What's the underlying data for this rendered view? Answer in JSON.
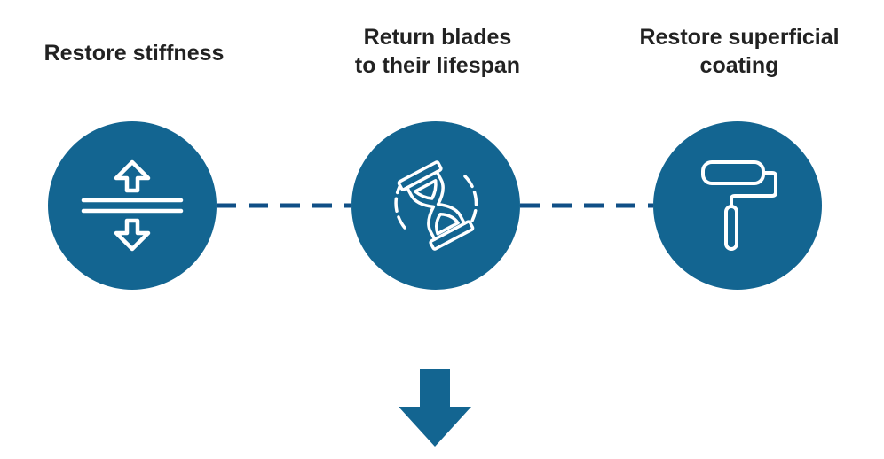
{
  "steps": [
    {
      "lines": [
        "Restore stiffness"
      ],
      "icon": "compress-arrows-icon"
    },
    {
      "lines": [
        "Return blades",
        "to their lifespan"
      ],
      "icon": "hourglass-icon"
    },
    {
      "lines": [
        "Restore superficial",
        "coating"
      ],
      "icon": "paint-roller-icon"
    }
  ],
  "colors": {
    "circle": "#136591",
    "connector": "#0f4f86",
    "arrow": "#136591",
    "icon_stroke": "#ffffff",
    "text": "#222222"
  }
}
